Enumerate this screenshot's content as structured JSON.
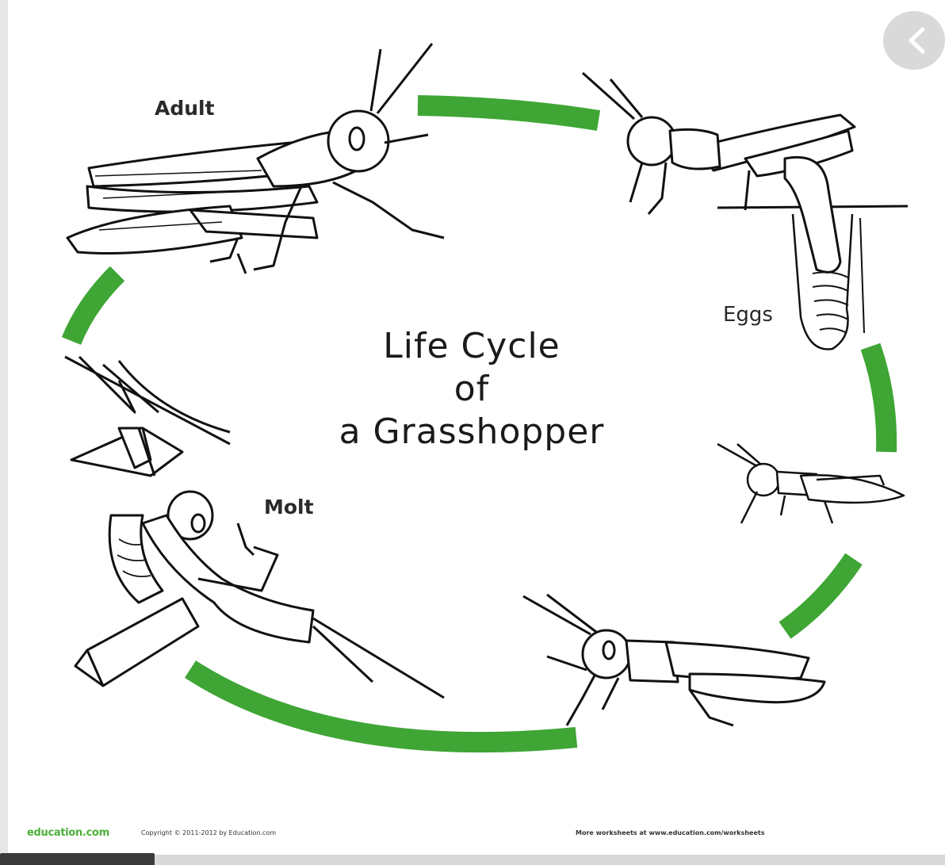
{
  "diagram": {
    "title_lines": [
      "Life Cycle",
      "of",
      "a Grasshopper"
    ],
    "labels": {
      "adult": "Adult",
      "eggs": "Eggs",
      "molt": "Molt"
    },
    "cycle_color": "#3fa535"
  },
  "footer": {
    "logo": "education.com",
    "copyright": "Copyright © 2011-2012 by Education.com",
    "more": "More worksheets at www.education.com/worksheets"
  },
  "controls": {
    "back_icon": "chevron-left-icon"
  }
}
